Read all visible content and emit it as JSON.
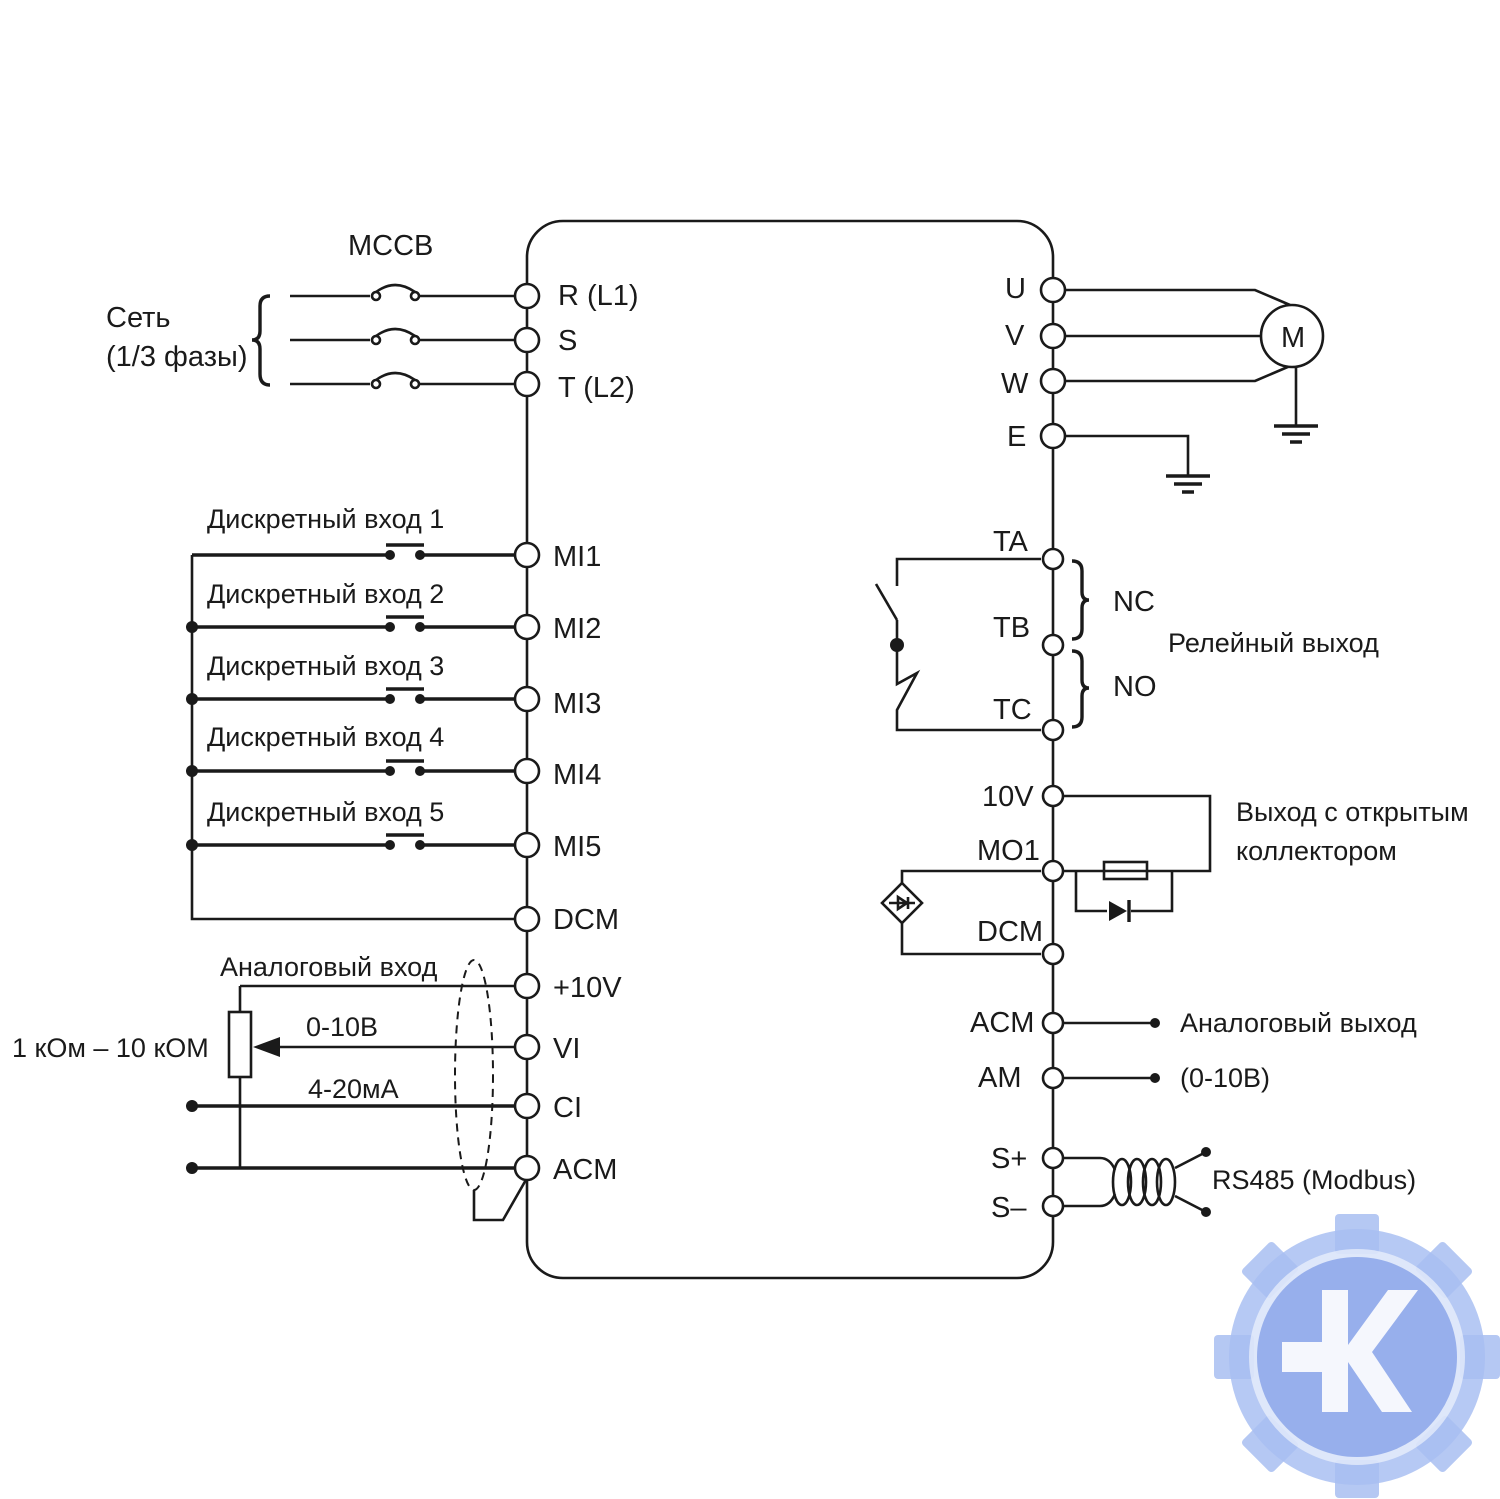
{
  "breaker": {
    "label": "MCCB"
  },
  "supply": {
    "line1": "Сеть",
    "line2": "(1/3 фазы)"
  },
  "left_terminals": {
    "r": "R (L1)",
    "s": "S",
    "t": "T (L2)",
    "mi1": "MI1",
    "mi2": "MI2",
    "mi3": "MI3",
    "mi4": "MI4",
    "mi5": "MI5",
    "dcm": "DCM",
    "p10v": "+10V",
    "vi": "VI",
    "ci": "CI",
    "acm": "ACM"
  },
  "digital_inputs": [
    "Дискретный вход 1",
    "Дискретный вход 2",
    "Дискретный вход 3",
    "Дискретный вход 4",
    "Дискретный вход 5"
  ],
  "analog_input": {
    "title": "Аналоговый вход",
    "pot": "1 кОм – 10 кОМ",
    "voltage": "0-10В",
    "current": "4-20мА"
  },
  "right_terminals": {
    "u": "U",
    "v": "V",
    "w": "W",
    "e": "E",
    "ta": "TA",
    "tb": "TB",
    "tc": "TC",
    "v10": "10V",
    "mo1": "MO1",
    "dcm": "DCM",
    "acm": "ACM",
    "am": "AM",
    "sp": "S+",
    "sm": "S–"
  },
  "motor": {
    "label": "M"
  },
  "relay": {
    "nc": "NC",
    "no": "NO",
    "title": "Релейный выход"
  },
  "open_collector": {
    "line1": "Выход с открытым",
    "line2": "коллектором"
  },
  "analog_output": {
    "line1": "Аналоговый выход",
    "line2": "(0-10В)"
  },
  "rs485": {
    "label": "RS485 (Modbus)"
  },
  "colors": {
    "wire": "#1a1a1a",
    "logo": "#9bb4ee",
    "logo_dark": "#7f9be0"
  },
  "icons": [
    "circuit-breaker-icon",
    "motor-icon",
    "ground-icon",
    "relay-contact-icon",
    "resistor-icon",
    "diode-icon",
    "potentiometer-icon",
    "twisted-pair-icon",
    "gear-logo-icon"
  ]
}
